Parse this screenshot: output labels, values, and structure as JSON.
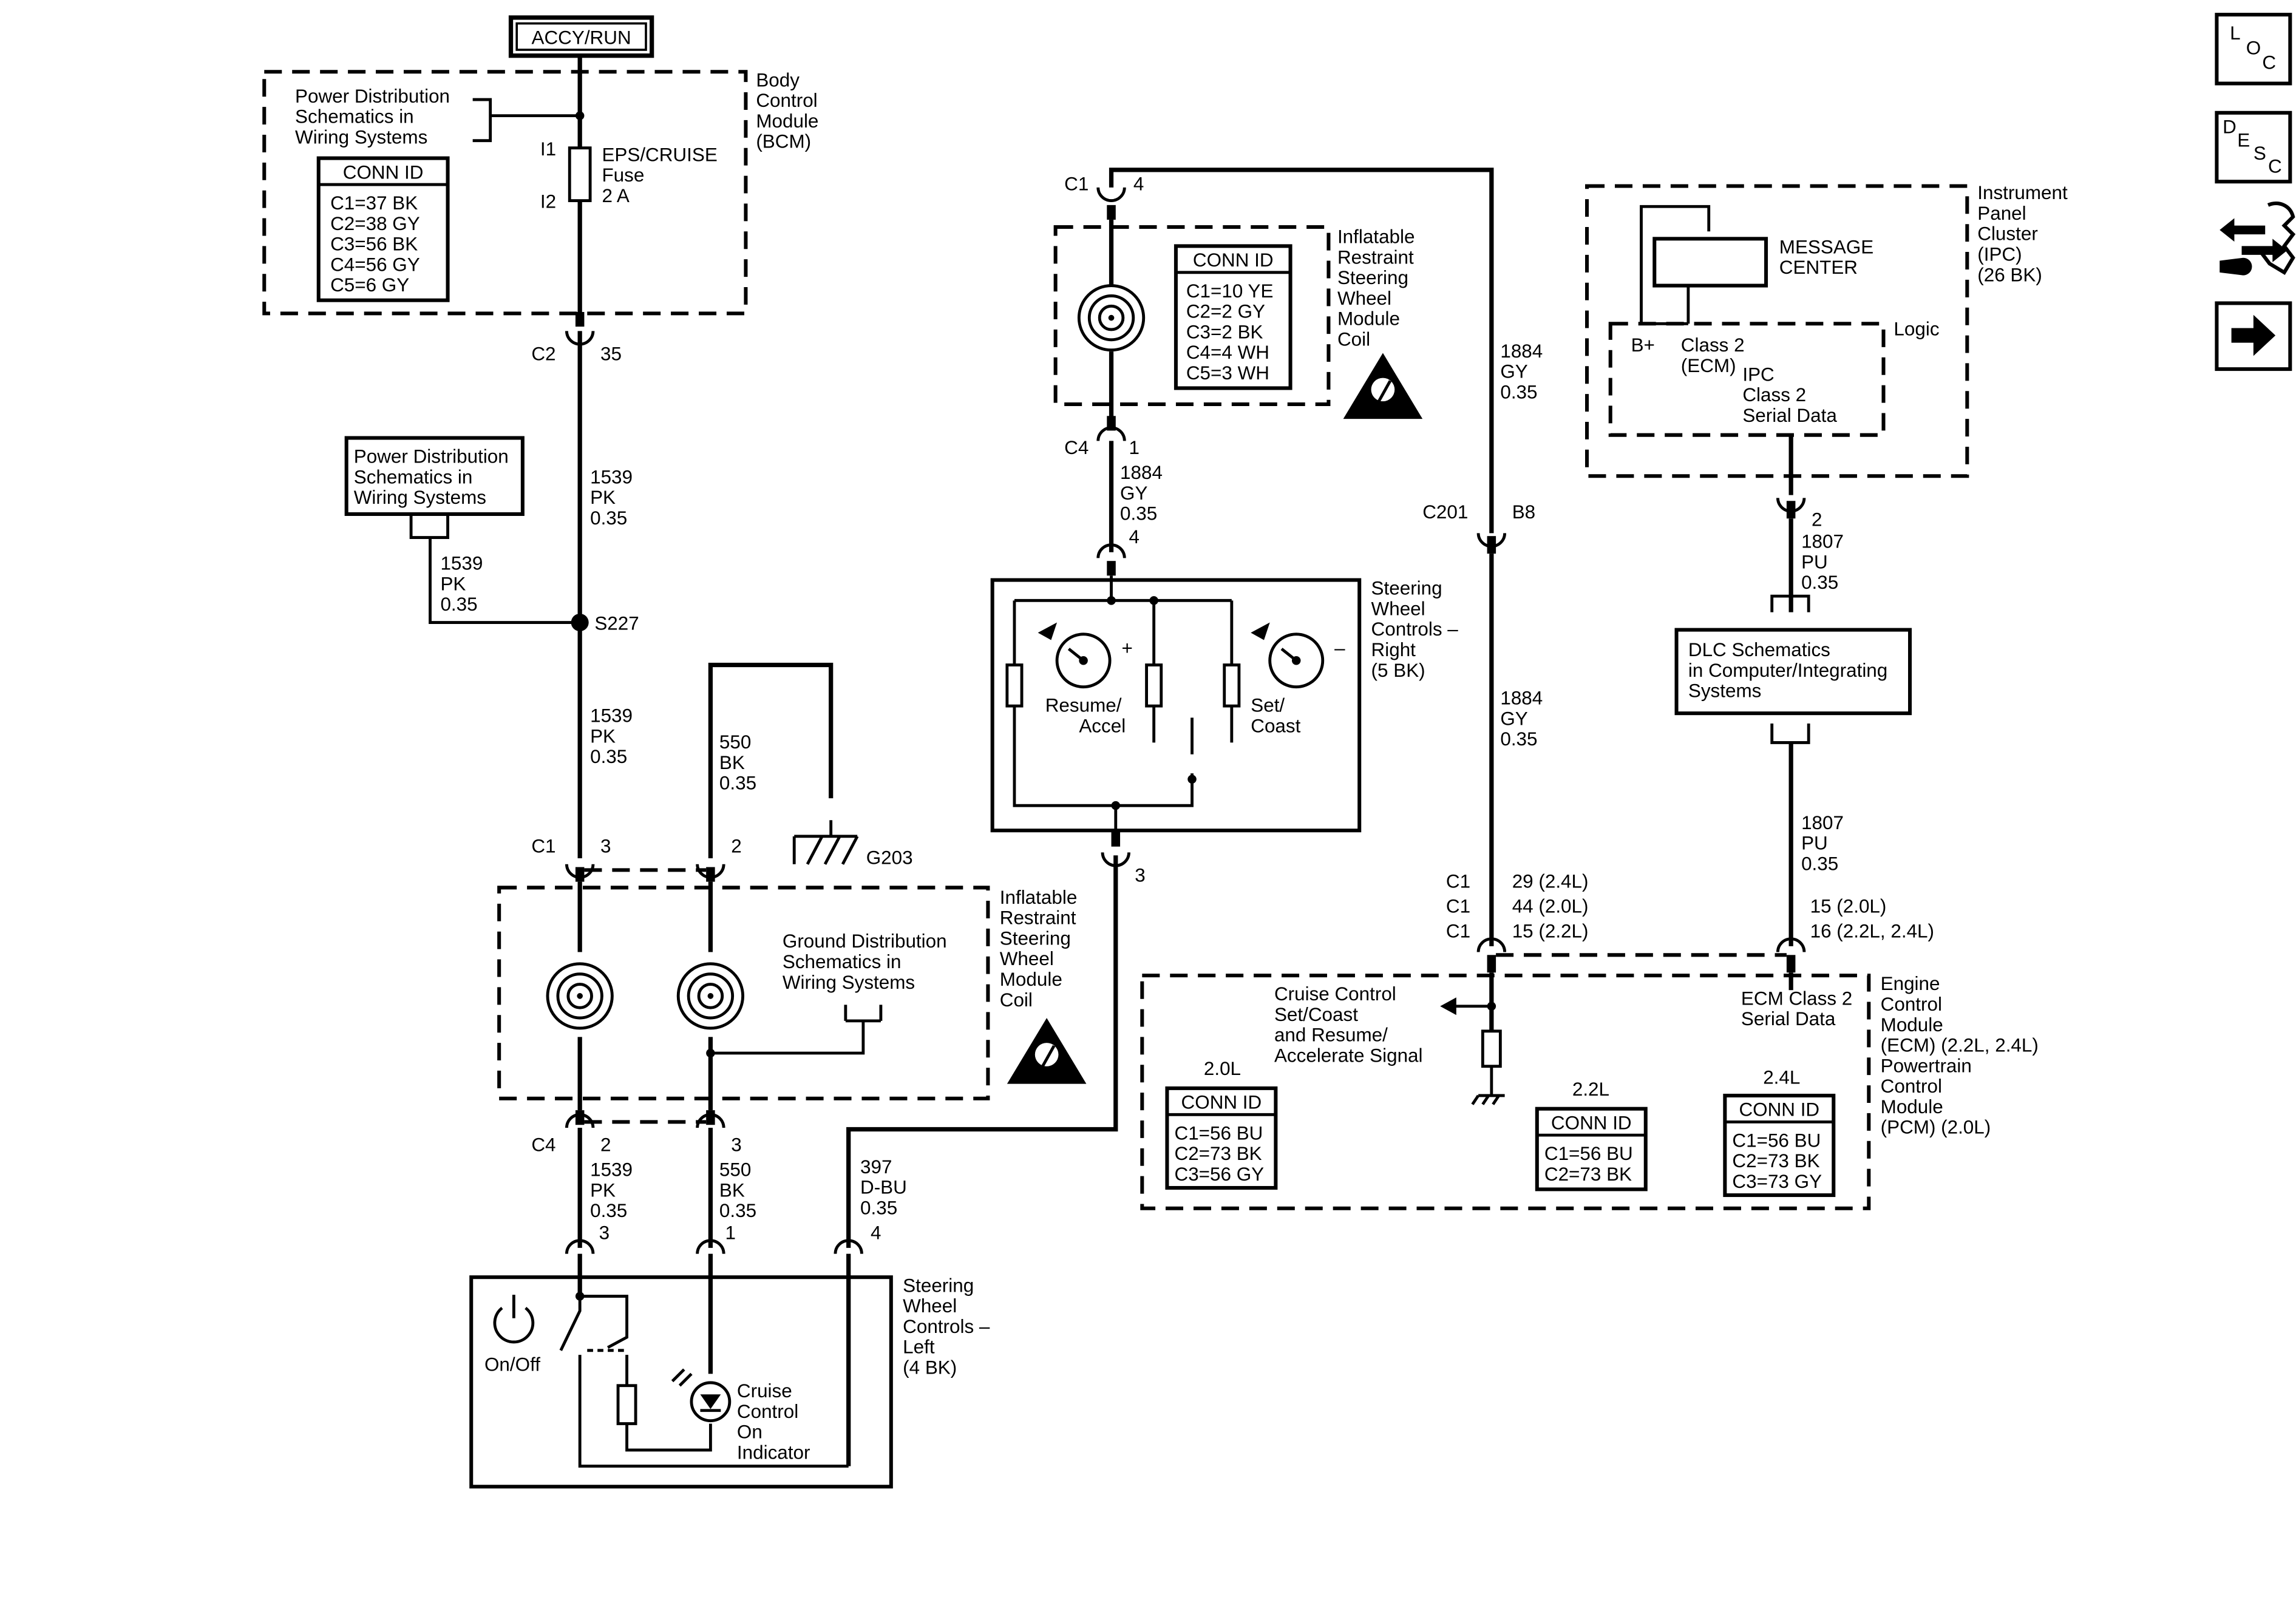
{
  "top_label": "ACCY/RUN",
  "bcm": {
    "title": [
      "Body",
      "Control",
      "Module",
      "(BCM)"
    ],
    "power_ref": [
      "Power Distribution",
      "Schematics in",
      "Wiring Systems"
    ],
    "fuse": [
      "EPS/CRUISE",
      "Fuse",
      "2 A"
    ],
    "fuse_in": "I1",
    "fuse_out": "I2",
    "conn_title": "CONN ID",
    "conn": [
      "C1=37 BK",
      "C2=38 GY",
      "C3=56 BK",
      "C4=56 GY",
      "C5=6 GY"
    ]
  },
  "c2": {
    "name": "C2",
    "pin": "35"
  },
  "power_ref2": [
    "Power Distribution",
    "Schematics in",
    "Wiring Systems"
  ],
  "wire_1539_top": [
    "1539",
    "PK",
    "0.35"
  ],
  "wire_1539_branch": [
    "1539",
    "PK",
    "0.35"
  ],
  "splice": "S227",
  "wire_1539_mid": [
    "1539",
    "PK",
    "0.35"
  ],
  "wire_550_top": [
    "550",
    "BK",
    "0.35"
  ],
  "ground": "G203",
  "coil_left": {
    "c1": {
      "name": "C1",
      "pin_a": "3",
      "pin_b": "2"
    },
    "title": [
      "Inflatable",
      "Restraint",
      "Steering",
      "Wheel",
      "Module",
      "Coil"
    ],
    "ground_ref": [
      "Ground Distribution",
      "Schematics in",
      "Wiring Systems"
    ],
    "c4": {
      "name": "C4",
      "pin_a": "2",
      "pin_b": "3"
    }
  },
  "wire_1539_low": [
    "1539",
    "PK",
    "0.35"
  ],
  "wire_550_low": [
    "550",
    "BK",
    "0.35"
  ],
  "wire_397": [
    "397",
    "D-BU",
    "0.35"
  ],
  "swc_left": {
    "pins": [
      "3",
      "1",
      "4"
    ],
    "title": [
      "Steering",
      "Wheel",
      "Controls –",
      "Left",
      "(4 BK)"
    ],
    "onoff": "On/Off",
    "indicator": [
      "Cruise",
      "Control",
      "On",
      "Indicator"
    ]
  },
  "coil_right": {
    "c1": {
      "name": "C1",
      "pin": "4"
    },
    "conn_title": "CONN ID",
    "conn": [
      "C1=10 YE",
      "C2=2 GY",
      "C3=2 BK",
      "C4=4 WH",
      "C5=3 WH"
    ],
    "title": [
      "Inflatable",
      "Restraint",
      "Steering",
      "Wheel",
      "Module",
      "Coil"
    ],
    "c4": {
      "name": "C4",
      "pin": "1"
    }
  },
  "wire_1884_a": [
    "1884",
    "GY",
    "0.35"
  ],
  "swc_right": {
    "pin_top": "4",
    "pin_bottom": "3",
    "title": [
      "Steering",
      "Wheel",
      "Controls –",
      "Right",
      "(5 BK)"
    ],
    "resume": [
      "Resume/",
      "Accel"
    ],
    "set": [
      "Set/",
      "Coast"
    ],
    "plus": "+",
    "minus": "–"
  },
  "wire_1884_b": [
    "1884",
    "GY",
    "0.35"
  ],
  "c201": {
    "name": "C201",
    "pin": "B8"
  },
  "wire_1884_c": [
    "1884",
    "GY",
    "0.35"
  ],
  "ecm_pins": {
    "names": [
      "C1",
      "C1",
      "C1"
    ],
    "left": [
      "29 (2.4L)",
      "44 (2.0L)",
      "15 (2.2L)"
    ],
    "right": [
      "15 (2.0L)",
      "16 (2.2L, 2.4L)"
    ]
  },
  "ecm": {
    "title": [
      "Engine",
      "Control",
      "Module",
      "(ECM) (2.2L, 2.4L)",
      "Powertrain",
      "Control",
      "Module",
      "(PCM) (2.0L)"
    ],
    "signal": [
      "Cruise Control",
      "Set/Coast",
      "and Resume/",
      "Accelerate Signal"
    ],
    "serial": [
      "ECM Class 2",
      "Serial Data"
    ],
    "conn_20": {
      "label": "2.0L",
      "title": "CONN ID",
      "rows": [
        "C1=56 BU",
        "C2=73 BK",
        "C3=56 GY"
      ]
    },
    "conn_22": {
      "label": "2.2L",
      "title": "CONN ID",
      "rows": [
        "C1=56 BU",
        "C2=73 BK"
      ]
    },
    "conn_24": {
      "label": "2.4L",
      "title": "CONN ID",
      "rows": [
        "C1=56 BU",
        "C2=73 BK",
        "C3=73 GY"
      ]
    }
  },
  "ipc": {
    "title": [
      "Instrument",
      "Panel",
      "Cluster",
      "(IPC)",
      "(26 BK)"
    ],
    "message": [
      "MESSAGE",
      "CENTER"
    ],
    "logic": "Logic",
    "bplus": "B+",
    "class2_ecm": [
      "Class 2",
      "(ECM)"
    ],
    "ipc_serial": [
      "IPC",
      "Class 2",
      "Serial Data"
    ],
    "pin": "2"
  },
  "wire_1807_a": [
    "1807",
    "PU",
    "0.35"
  ],
  "dlc": [
    "DLC Schematics",
    "in Computer/Integrating",
    "Systems"
  ],
  "wire_1807_b": [
    "1807",
    "PU",
    "0.35"
  ],
  "nav": {
    "loc": [
      "L",
      "O",
      "C"
    ],
    "desc": [
      "D",
      "E",
      "S",
      "C"
    ]
  }
}
